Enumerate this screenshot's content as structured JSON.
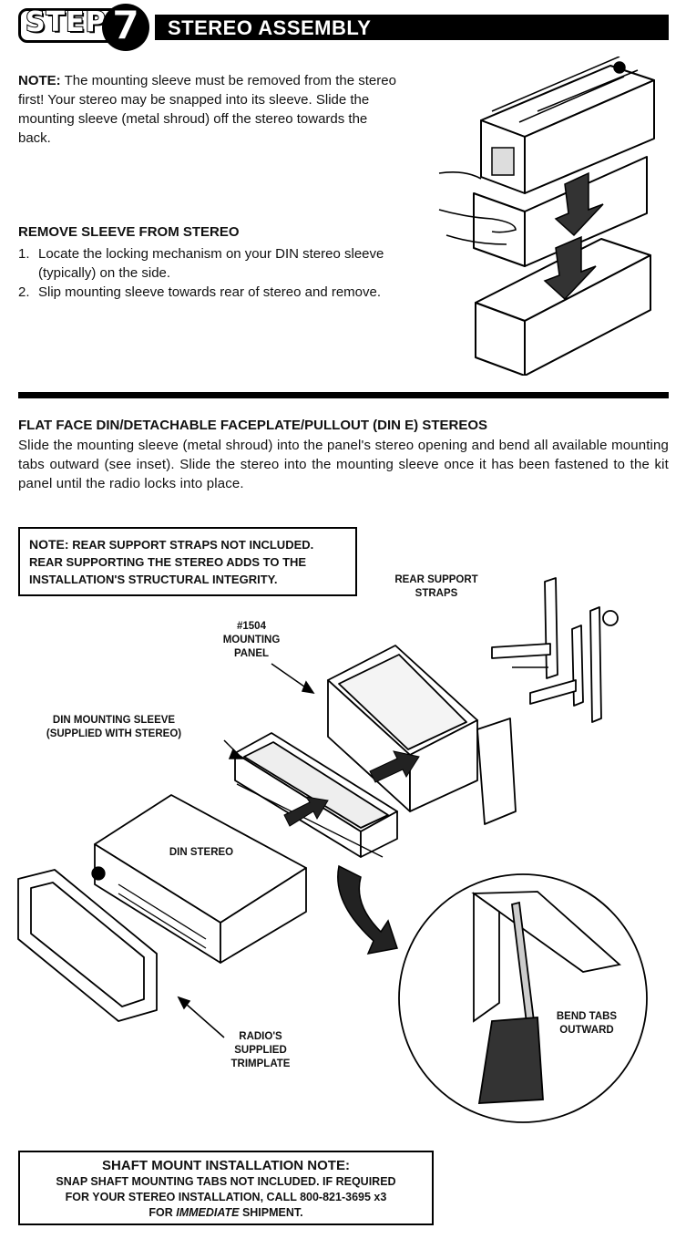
{
  "header": {
    "step_word": "STEP",
    "step_number": "7",
    "title": "STEREO ASSEMBLY"
  },
  "note": {
    "lead": "NOTE:",
    "text": "The mounting sleeve must be removed from the stereo first! Your stereo may be snapped into its sleeve. Slide the mounting sleeve (metal shroud) off the stereo towards the back."
  },
  "remove_section": {
    "title": "REMOVE SLEEVE FROM STEREO",
    "steps": [
      {
        "num": "1.",
        "text": "Locate the locking mechanism on your DIN stereo sleeve (typically) on the side."
      },
      {
        "num": "2.",
        "text": "Slip mounting sleeve towards rear of stereo and remove."
      }
    ]
  },
  "flat_section": {
    "title": "FLAT FACE DIN/DETACHABLE FACEPLATE/PULLOUT (DIN E) STEREOS",
    "body": "Slide the mounting sleeve (metal shroud) into the panel's stereo opening and bend all available mounting tabs outward (see inset). Slide the stereo into the mounting sleeve once it has been fastened to the kit panel until the radio locks into place."
  },
  "note2": {
    "lead": "NOTE:",
    "line1": "REAR SUPPORT STRAPS NOT INCLUDED.",
    "line2": "REAR SUPPORTING THE STEREO ADDS TO THE",
    "line3": "INSTALLATION'S STRUCTURAL INTEGRITY."
  },
  "labels": {
    "rear_straps_1": "REAR SUPPORT",
    "rear_straps_2": "STRAPS",
    "panel_1": "#1504",
    "panel_2": "MOUNTING",
    "panel_3": "PANEL",
    "sleeve_1": "DIN MOUNTING SLEEVE",
    "sleeve_2": "(SUPPLIED WITH STEREO)",
    "din_stereo": "DIN STEREO",
    "trim_1": "RADIO'S",
    "trim_2": "SUPPLIED",
    "trim_3": "TRIMPLATE",
    "bend_1": "BEND TABS",
    "bend_2": "OUTWARD"
  },
  "shaft": {
    "title": "SHAFT MOUNT INSTALLATION NOTE:",
    "line1": "SNAP SHAFT MOUNTING TABS NOT INCLUDED. IF REQUIRED",
    "line2": "FOR YOUR STEREO INSTALLATION, CALL 800-821-3695 x3",
    "line3_pre": "FOR",
    "line3_em": "IMMEDIATE",
    "line3_post": "SHIPMENT."
  }
}
